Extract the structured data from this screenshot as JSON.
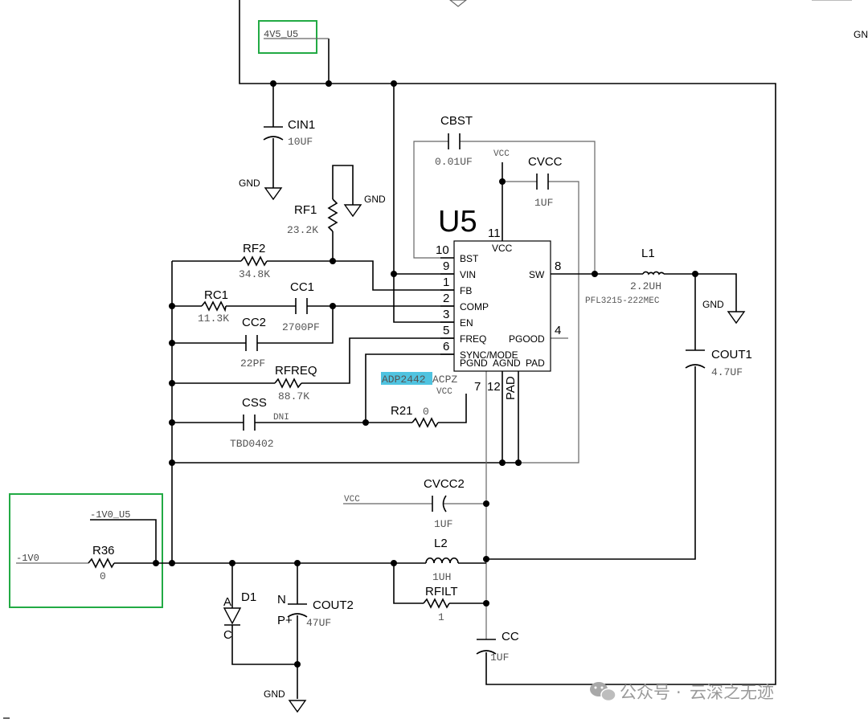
{
  "ic": {
    "ref": "U5",
    "part_highlight": "ADP2442",
    "part_suffix": "ACPZ",
    "pins_left": [
      {
        "num": "10",
        "name": "BST"
      },
      {
        "num": "9",
        "name": "VIN"
      },
      {
        "num": "1",
        "name": "FB"
      },
      {
        "num": "2",
        "name": "COMP"
      },
      {
        "num": "3",
        "name": "EN"
      },
      {
        "num": "5",
        "name": "FREQ"
      },
      {
        "num": "6",
        "name": "SYNC/MODE"
      }
    ],
    "pin_vcc": {
      "num": "11",
      "name": "VCC"
    },
    "pin_sw": {
      "num": "8",
      "name": "SW"
    },
    "pin_pgood": {
      "num": "4",
      "name": "PGOOD"
    },
    "pins_bottom": {
      "pgnd": "PGND",
      "agnd": "AGND",
      "pad": "PAD",
      "pad_vert": "PAD",
      "n7": "7",
      "n12": "12",
      "vcc": "VCC"
    }
  },
  "components": {
    "cin1": {
      "ref": "CIN1",
      "value": "10UF"
    },
    "cbst": {
      "ref": "CBST",
      "value": "0.01UF"
    },
    "cvcc": {
      "ref": "CVCC",
      "value": "1UF"
    },
    "rf1": {
      "ref": "RF1",
      "value": "23.2K"
    },
    "rf2": {
      "ref": "RF2",
      "value": "34.8K"
    },
    "rc1": {
      "ref": "RC1",
      "value": "11.3K"
    },
    "cc1": {
      "ref": "CC1",
      "value": "2700PF"
    },
    "cc2": {
      "ref": "CC2",
      "value": "22PF"
    },
    "rfreq": {
      "ref": "RFREQ",
      "value": "88.7K"
    },
    "css": {
      "ref": "CSS",
      "value": "TBD0402",
      "note": "DNI"
    },
    "r21": {
      "ref": "R21",
      "value": "0"
    },
    "l1": {
      "ref": "L1",
      "value": "2.2UH",
      "part": "PFL3215-222MEC"
    },
    "cout1": {
      "ref": "COUT1",
      "value": "4.7UF"
    },
    "cvcc2": {
      "ref": "CVCC2",
      "value": "1UF"
    },
    "l2": {
      "ref": "L2",
      "value": "1UH"
    },
    "rfilt": {
      "ref": "RFILT",
      "value": "1"
    },
    "cc": {
      "ref": "CC",
      "value": "1UF"
    },
    "r36": {
      "ref": "R36",
      "value": "0"
    },
    "d1": {
      "ref": "D1",
      "anode": "A",
      "cathode": "C"
    },
    "cout2": {
      "ref": "COUT2",
      "value": "47UF",
      "n": "N",
      "p": "P+"
    }
  },
  "nets": {
    "in_label": "4V5_U5",
    "out_label": "-1V0_U5",
    "m1v0": "-1V0",
    "vcc": "VCC",
    "gnd": "GND",
    "gnd_corner": "GN"
  },
  "watermark": {
    "dot": "·",
    "text1": "公众号",
    "text2": "云深之无迹"
  },
  "colors": {
    "highlight": "#4fc3e0",
    "frame_green": "#22aa44"
  }
}
